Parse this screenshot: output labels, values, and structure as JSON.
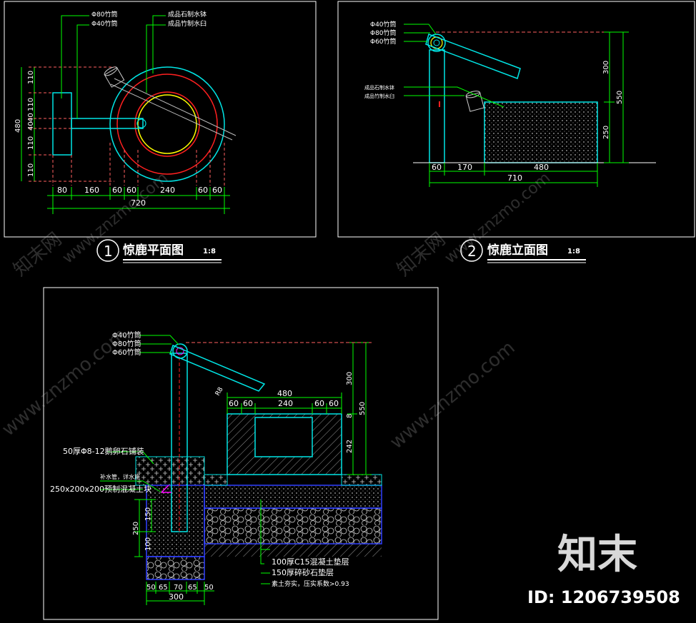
{
  "colors": {
    "bg": "#000000",
    "frame": "#ffffff",
    "dim": "#00ff00",
    "cyan": "#00e5e5",
    "red": "#ff2020",
    "yellow": "#ffff00",
    "magenta": "#ff00ff",
    "blue": "#3040ff",
    "gray": "#bdbdbd",
    "dashed_red": "#ff6060"
  },
  "titles": {
    "plan_num": "1",
    "plan_title": "惊鹿平面图",
    "plan_scale": "1:8",
    "elev_num": "2",
    "elev_title": "惊鹿立面图",
    "elev_scale": "1:8"
  },
  "plan": {
    "labels": [
      "Φ80竹筒",
      "Φ40竹筒",
      "成品石制水钵",
      "成品竹制水臼"
    ],
    "dims_bottom": [
      "80",
      "160",
      "60",
      "60",
      "240",
      "60",
      "60"
    ],
    "total_bottom": "720",
    "dims_left": [
      "110",
      "110",
      "40",
      "40",
      "110",
      "110"
    ],
    "total_left": "480"
  },
  "elev": {
    "labels": [
      "Φ40竹筒",
      "Φ80竹筒",
      "Φ60竹筒",
      "成品石制水钵",
      "成品竹制水臼"
    ],
    "dims_bottom": [
      "60",
      "170",
      "480"
    ],
    "total_bottom": "710",
    "dims_right": [
      "300",
      "250"
    ],
    "total_right": "550"
  },
  "section": {
    "labels_top": [
      "Φ40竹筒",
      "Φ80竹筒",
      "Φ60竹筒"
    ],
    "label_cobble": "50厚Φ8-12鹅卵石铺装",
    "label_pipe": "补水管，详水施",
    "label_block": "250x200x200预制混凝土块",
    "radius": "R8",
    "dims_top": [
      "60",
      "60",
      "240",
      "60",
      "60"
    ],
    "total_top": "480",
    "dims_right": [
      "300",
      "8",
      "242"
    ],
    "total_right": "550",
    "dims_left": [
      "150",
      "250",
      "100"
    ],
    "dims_bottom": [
      "50",
      "65",
      "70",
      "65",
      "50"
    ],
    "total_bottom": "300",
    "layers": [
      "100厚C15混凝土垫层",
      "150厚碎砂石垫层",
      "素土夯实，压实系数>0.93"
    ]
  },
  "watermark": {
    "logo": "知末",
    "id_text": "ID: 1206739508",
    "site": "www.znzmo.com",
    "brand": "知末网"
  }
}
